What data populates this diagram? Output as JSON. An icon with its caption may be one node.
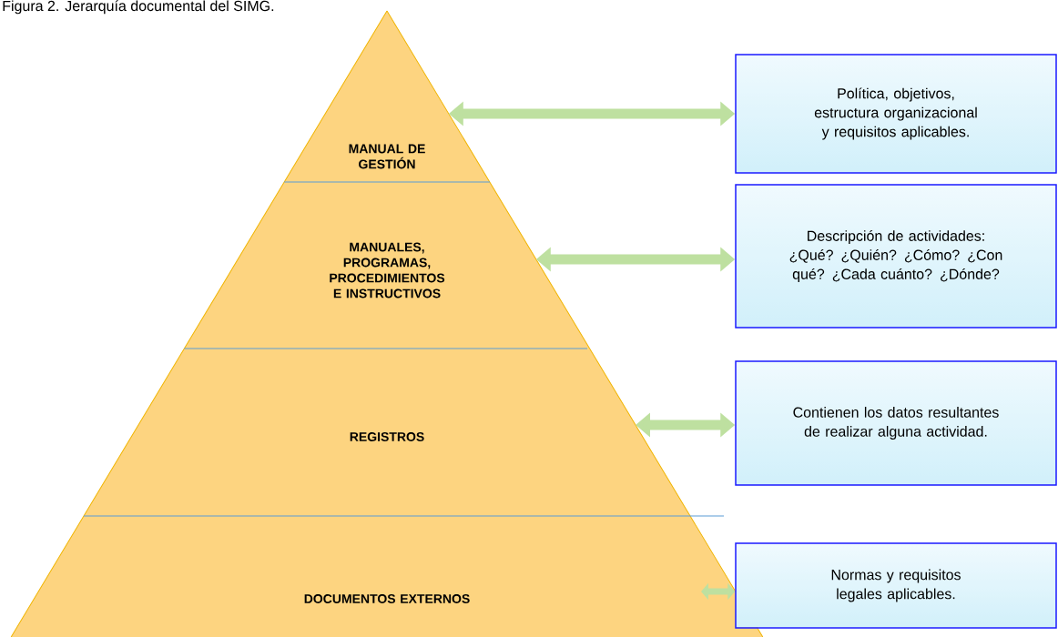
{
  "diagram": {
    "title": "Figura 2. Jerarquía documental del SIMG.",
    "nodes": [
      {
        "text": [
          "MANUAL DE GESTIÓN"
        ]
      },
      {
        "text": [
          "MANUALES, PROGRAMAS, PROCEDIMIENTOS E INSTRUCTIVOS"
        ]
      },
      {
        "text": [
          "REGISTROS"
        ]
      },
      {
        "text": [
          "DOCUMENTOS EXTERNOS"
        ]
      },
      {
        "text": [
          "Política, objetivos, estructura organizacional y requisitos aplicables."
        ]
      },
      {
        "text": [
          "Descripción de actividades: ¿Qué? ¿Quién? ¿Cómo? ¿Con qué? ¿Cada cuánto? ¿Dónde?"
        ]
      },
      {
        "text": [
          "Contienen los datos resultantes de realizar alguna actividad."
        ]
      },
      {
        "text": [
          "Normas y requisitos legales aplicables."
        ]
      }
    ],
    "edges": [
      {
        "from": 0,
        "to": 4,
        "arrow": "both"
      },
      {
        "from": 1,
        "to": 5,
        "arrow": "both"
      },
      {
        "from": 2,
        "to": 6,
        "arrow": "both"
      },
      {
        "from": 3,
        "to": 7,
        "arrow": "both"
      }
    ]
  }
}
